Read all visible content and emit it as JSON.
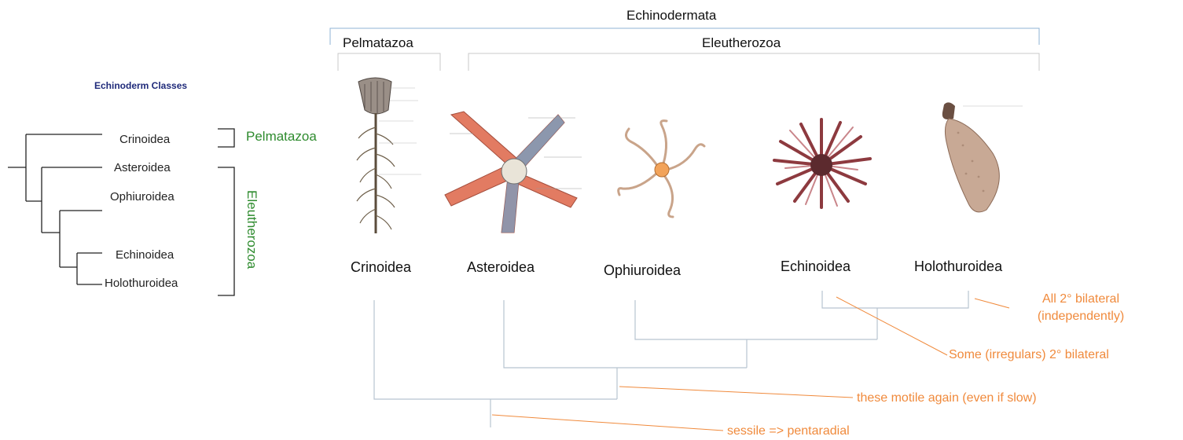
{
  "header": {
    "title": "Echinodermata",
    "pelmatazoa": "Pelmatazoa",
    "eleutherozoa": "Eleutherozoa"
  },
  "left_panel": {
    "title": "Echinoderm Classes",
    "leaves": [
      "Crinoidea",
      "Asteroidea",
      "Ophiuroidea",
      "Echinoidea",
      "Holothuroidea"
    ],
    "bracket_pelmatozoa": "Pelmatazoa",
    "bracket_eleutherozoa": "Eleutherozoa"
  },
  "taxa": [
    "Crinoidea",
    "Asteroidea",
    "Ophiuroidea",
    "Echinoidea",
    "Holothuroidea"
  ],
  "annotations": {
    "all_bilateral_1": "All 2° bilateral",
    "all_bilateral_2": "(independently)",
    "some_bilateral": "Some (irregulars) 2° bilateral",
    "motile": "these motile again (even if slow)",
    "sessile": "sessile => pentaradial"
  },
  "colors": {
    "annotation": "#f08a3c",
    "green_label": "#2e8b2e",
    "tree_line": "#b8c4d0",
    "header_line": "#8fb3d6",
    "title_blue": "#1f2a7a"
  }
}
